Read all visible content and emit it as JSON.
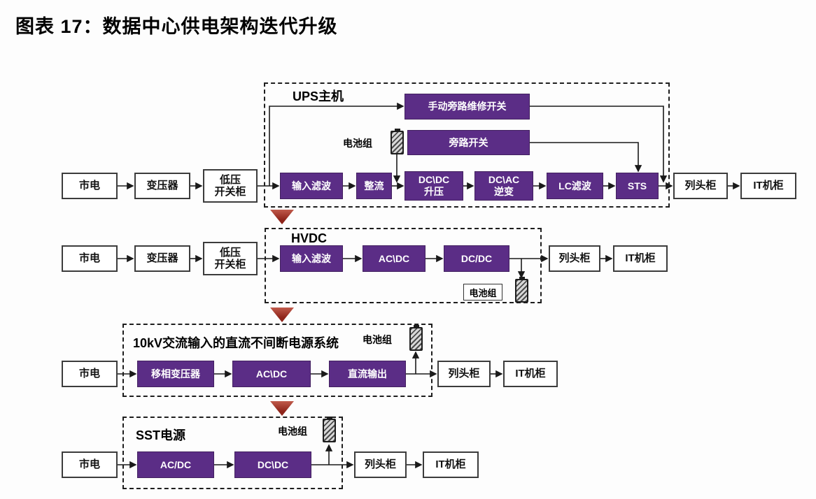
{
  "title": "图表 17：数据中心供电架构迭代升级",
  "colors": {
    "purple": "#5b2d86",
    "arrow_red": "#8e241a"
  },
  "diagrams": {
    "ups": {
      "group_label": "UPS主机",
      "mains": "市电",
      "transformer": "变压器",
      "lv_switchgear": "低压\n开关柜",
      "manual_bypass_switch": "手动旁路维修开关",
      "bypass_switch": "旁路开关",
      "battery_label": "电池组",
      "input_filter": "输入滤波",
      "rectifier": "整流",
      "dcdc_boost": "DC\\DC\n升压",
      "dcac_inverter": "DC\\AC\n逆变",
      "lc_filter": "LC滤波",
      "sts": "STS",
      "row_head_cabinet": "列头柜",
      "it_cabinet": "IT机柜"
    },
    "hvdc": {
      "group_label": "HVDC",
      "mains": "市电",
      "transformer": "变压器",
      "lv_switchgear": "低压\n开关柜",
      "input_filter": "输入滤波",
      "acdc": "AC\\DC",
      "dcdc": "DC/DC",
      "battery_label": "电池组",
      "row_head_cabinet": "列头柜",
      "it_cabinet": "IT机柜"
    },
    "dc_ups_10kv": {
      "group_label": "10kV交流输入的直流不间断电源系统",
      "mains": "市电",
      "phase_shift_transformer": "移相变压器",
      "acdc": "AC\\DC",
      "dc_output": "直流输出",
      "battery_label": "电池组",
      "row_head_cabinet": "列头柜",
      "it_cabinet": "IT机柜"
    },
    "sst": {
      "group_label": "SST电源",
      "mains": "市电",
      "acdc": "AC/DC",
      "dcdc": "DC\\DC",
      "battery_label": "电池组",
      "row_head_cabinet": "列头柜",
      "it_cabinet": "IT机柜"
    }
  }
}
